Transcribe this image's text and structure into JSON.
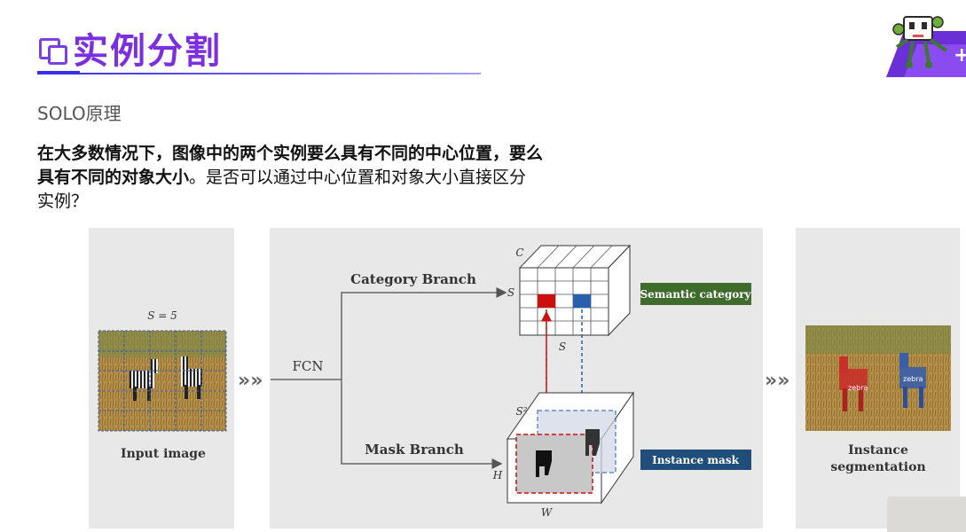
{
  "header": {
    "title": "实例分割",
    "subtitle": "SOLO原理"
  },
  "paragraph": {
    "bold_part": "在大多数情况下，图像中的两个实例要么具有不同的中心位置，要么具有不同的对象大小",
    "normal_part": "。是否可以通过中心位置和对象大小直接区分实例？"
  },
  "diagram": {
    "grid_label": "S = 5",
    "input_caption": "Input image",
    "fcn_label": "FCN",
    "category_branch": "Category Branch",
    "mask_branch": "Mask Branch",
    "c_label": "C",
    "s_label_left": "S",
    "s_label_bottom": "S",
    "s2_label": "S²",
    "h_label": "H",
    "w_label": "W",
    "semantic_category": "Semantic category",
    "instance_mask": "Instance mask",
    "output_caption_line1": "Instance",
    "output_caption_line2": "segmentation",
    "zebra_label_1": "zebra",
    "zebra_label_2": "zebra",
    "arrow_symbol": "»»"
  },
  "colors": {
    "title": "#7b2fe0",
    "rule": "#3b2fe8",
    "semantic_box": "#3f6b2c",
    "instance_box": "#1f4e7a",
    "red_cell": "#cc1010",
    "blue_cell": "#2a5fae"
  }
}
